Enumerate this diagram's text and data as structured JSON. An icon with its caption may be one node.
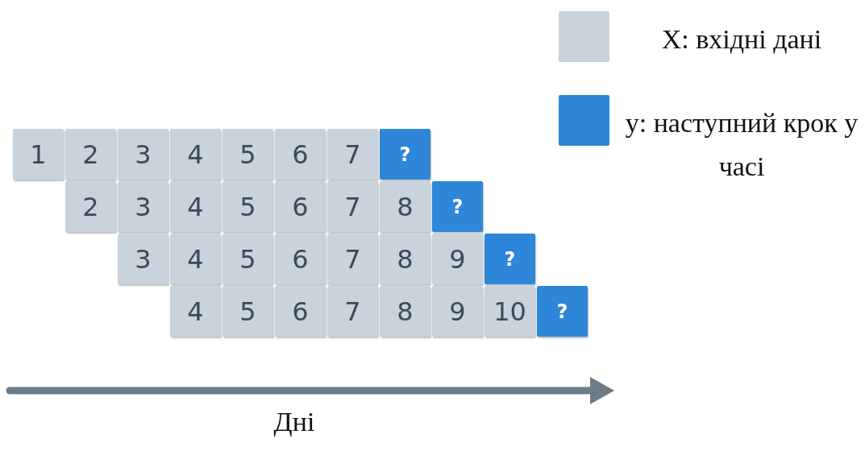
{
  "diagram": {
    "nodes": [
      {
        "text": [
          "1"
        ]
      },
      {
        "text": [
          "2"
        ]
      },
      {
        "text": [
          "3"
        ]
      },
      {
        "text": [
          "4"
        ]
      },
      {
        "text": [
          "5"
        ]
      },
      {
        "text": [
          "6"
        ]
      },
      {
        "text": [
          "7"
        ]
      },
      {
        "text": [
          "?"
        ]
      },
      {
        "text": [
          "2"
        ]
      },
      {
        "text": [
          "3"
        ]
      },
      {
        "text": [
          "4"
        ]
      },
      {
        "text": [
          "5"
        ]
      },
      {
        "text": [
          "6"
        ]
      },
      {
        "text": [
          "7"
        ]
      },
      {
        "text": [
          "8"
        ]
      },
      {
        "text": [
          "?"
        ]
      },
      {
        "text": [
          "3"
        ]
      },
      {
        "text": [
          "4"
        ]
      },
      {
        "text": [
          "5"
        ]
      },
      {
        "text": [
          "6"
        ]
      },
      {
        "text": [
          "7"
        ]
      },
      {
        "text": [
          "8"
        ]
      },
      {
        "text": [
          "9"
        ]
      },
      {
        "text": [
          "?"
        ]
      },
      {
        "text": [
          "4"
        ]
      },
      {
        "text": [
          "5"
        ]
      },
      {
        "text": [
          "6"
        ]
      },
      {
        "text": [
          "7"
        ]
      },
      {
        "text": [
          "8"
        ]
      },
      {
        "text": [
          "9"
        ]
      },
      {
        "text": [
          "10"
        ]
      },
      {
        "text": [
          "?"
        ]
      }
    ],
    "labels": [
      "Дні"
    ],
    "legend": [
      {
        "text": "X: вхідні дані",
        "color": "#c9d3dc"
      },
      {
        "text": "y: наступний крок у часі",
        "color": "#2e86d8"
      }
    ]
  }
}
